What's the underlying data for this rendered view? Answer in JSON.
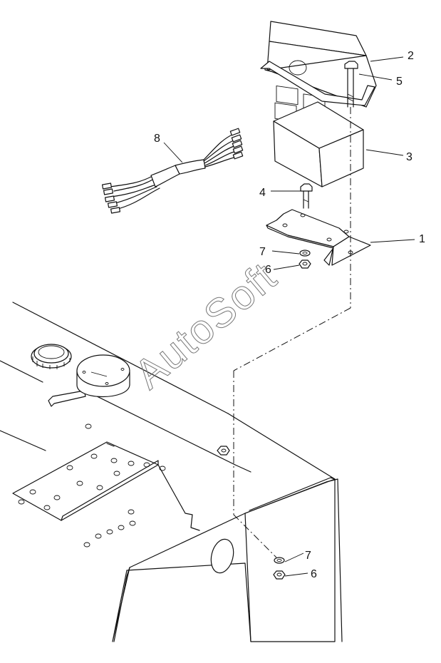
{
  "callouts": {
    "c1": "1",
    "c2": "2",
    "c3": "3",
    "c4": "4",
    "c5": "5",
    "c6a": "6",
    "c6b": "6",
    "c7a": "7",
    "c7b": "7",
    "c8": "8"
  },
  "watermark": "AutoSoft"
}
